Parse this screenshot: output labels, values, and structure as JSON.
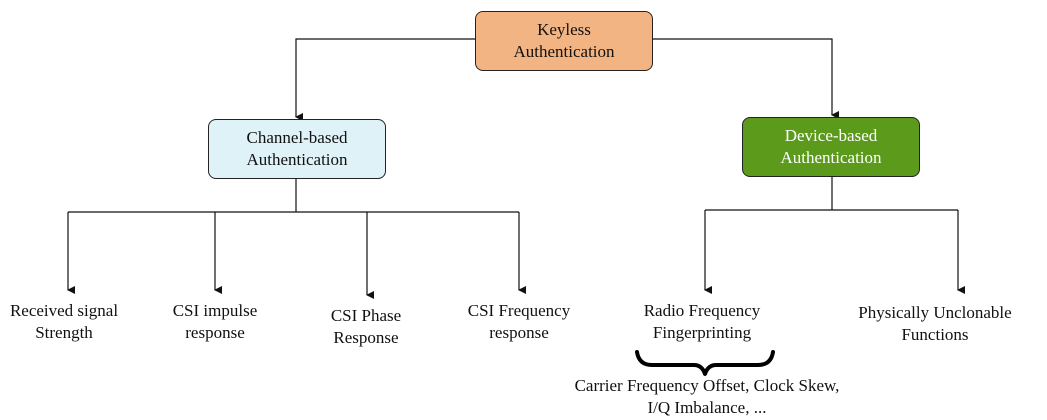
{
  "diagram": {
    "root": {
      "line1": "Keyless",
      "line2": "Authentication",
      "color": "#f2b483"
    },
    "channel_based": {
      "line1": "Channel-based",
      "line2": "Authentication",
      "color": "#dff2f8"
    },
    "device_based": {
      "line1": "Device-based",
      "line2": "Authentication",
      "color": "#5b9a1a"
    },
    "channel_children": [
      {
        "line1": "Received signal",
        "line2": "Strength"
      },
      {
        "line1": "CSI impulse",
        "line2": "response"
      },
      {
        "line1": "CSI Phase",
        "line2": "Response"
      },
      {
        "line1": "CSI Frequency",
        "line2": "response"
      }
    ],
    "device_children": [
      {
        "line1": "Radio Frequency",
        "line2": "Fingerprinting"
      },
      {
        "line1": "Physically Unclonable",
        "line2": "Functions"
      }
    ],
    "rf_features": {
      "line1": "Carrier Frequency Offset, Clock Skew,",
      "line2": "I/Q Imbalance, ..."
    }
  }
}
